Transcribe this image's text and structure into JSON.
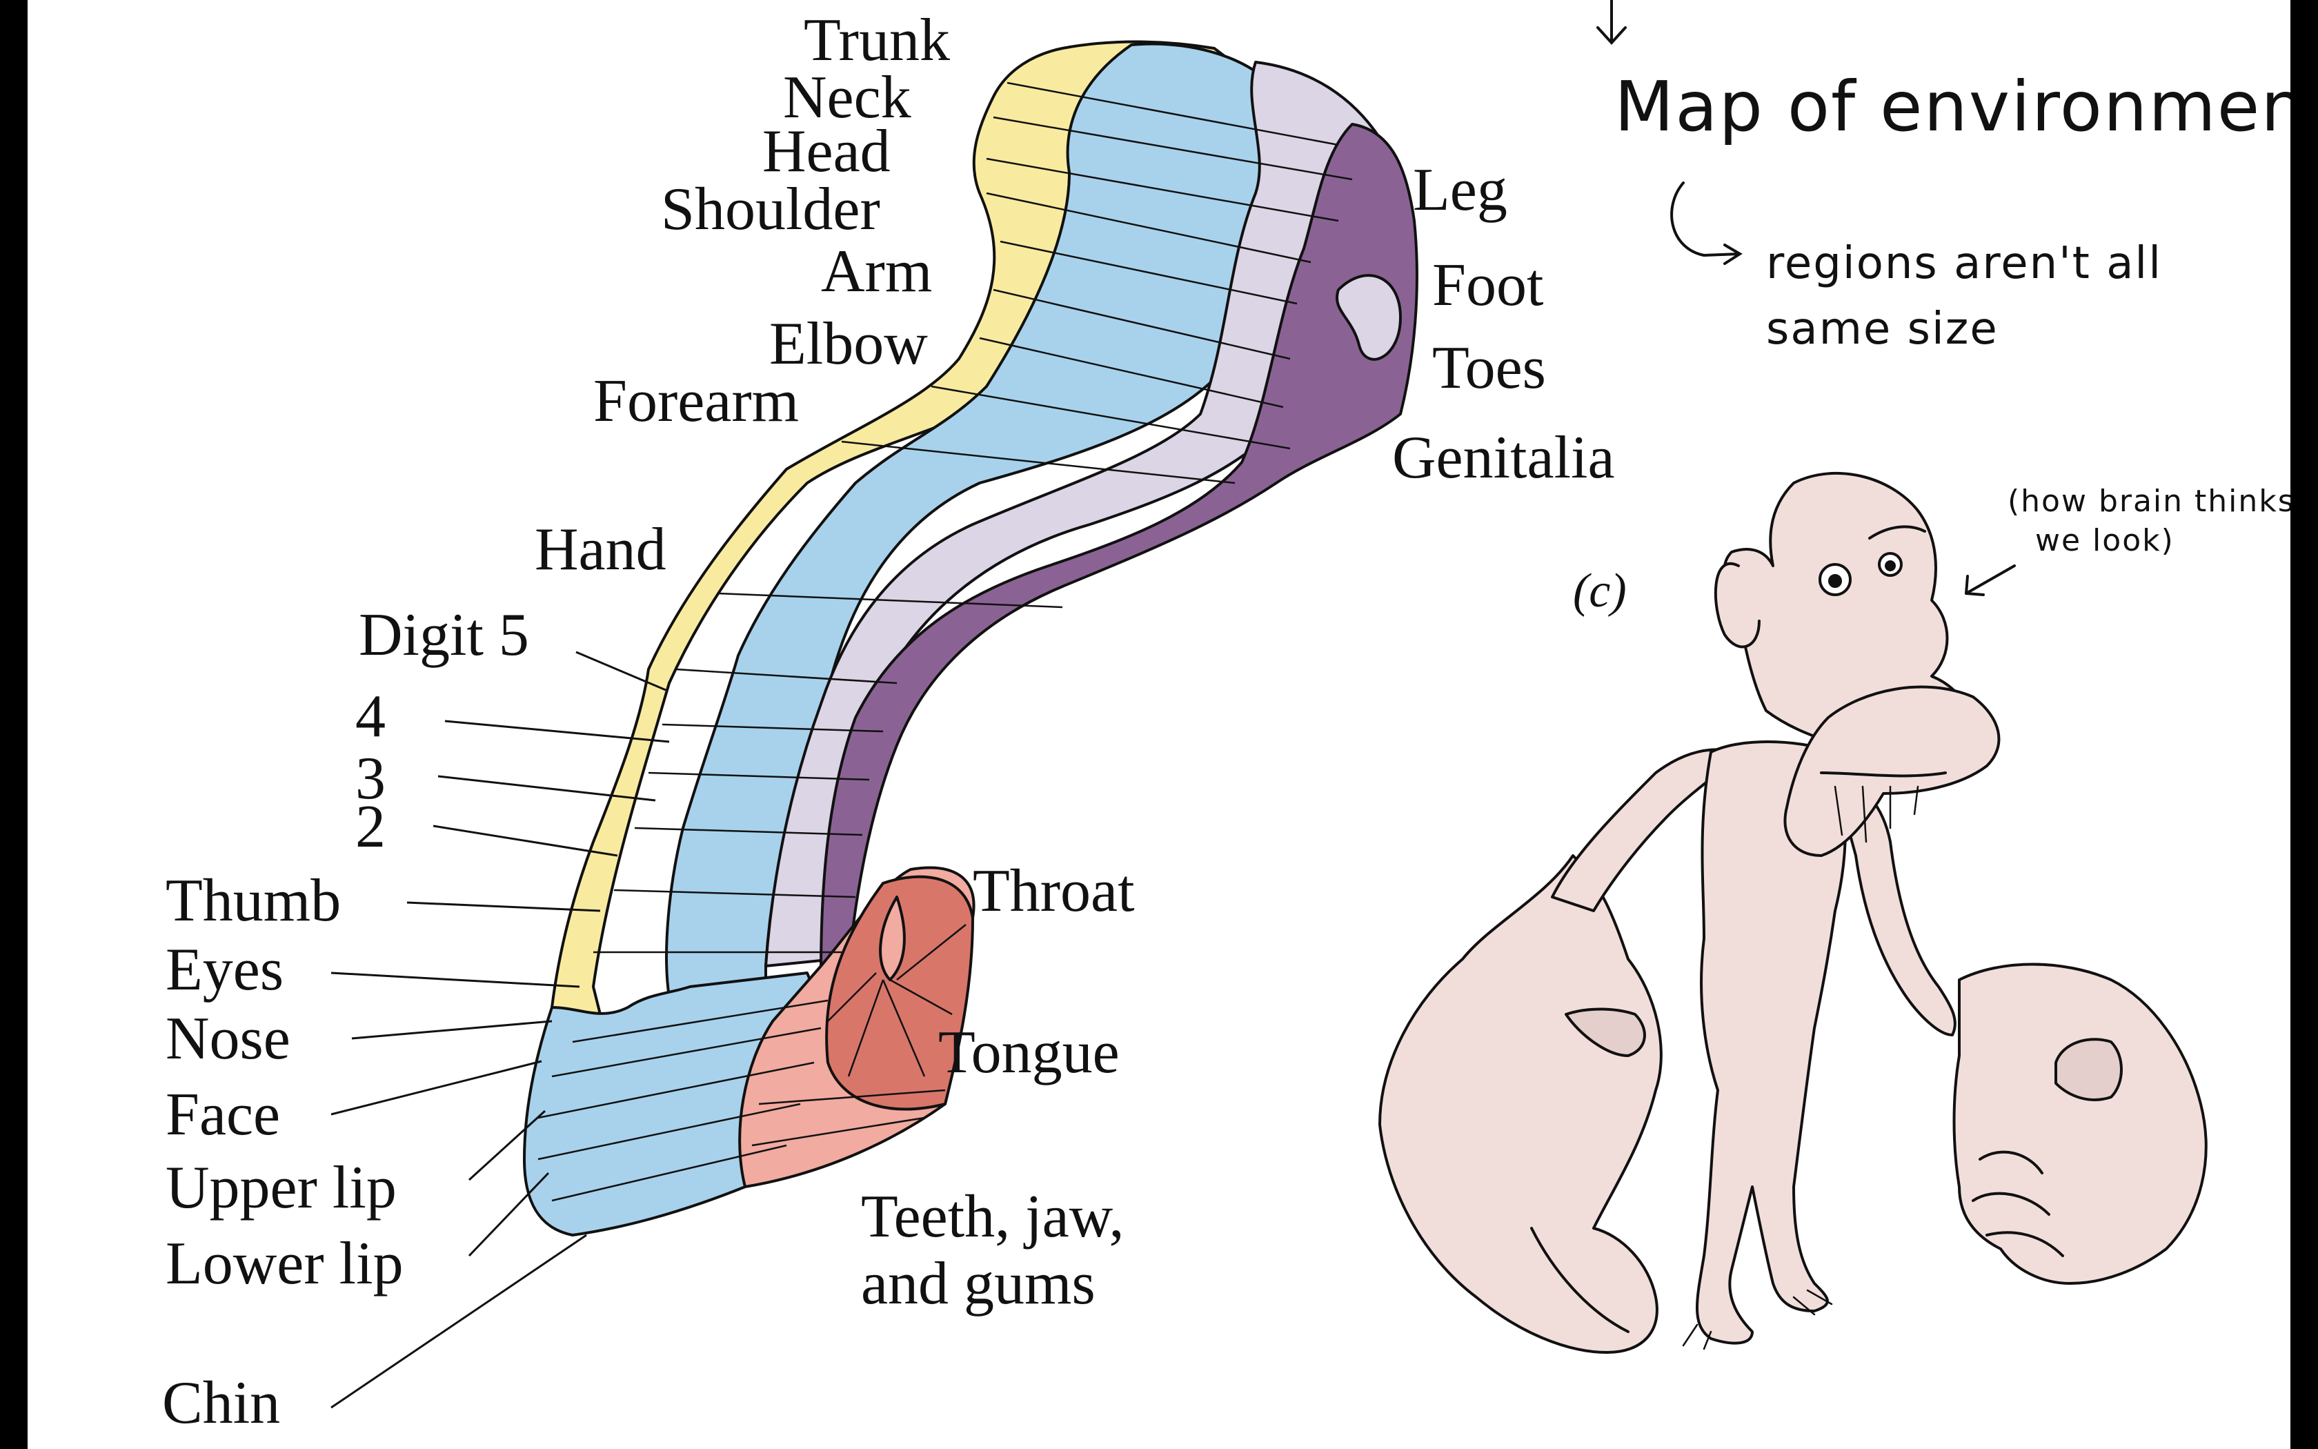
{
  "cortex_map": {
    "labels_left_top": [
      "Trunk",
      "Neck",
      "Head",
      "Shoulder",
      "Arm",
      "Elbow",
      "Forearm",
      "Hand",
      "Digit 5",
      "4",
      "3",
      "2",
      "Thumb"
    ],
    "labels_left_bottom": [
      "Eyes",
      "Nose",
      "Face",
      "Upper lip",
      "Lower lip",
      "Chin"
    ],
    "labels_right": [
      "Leg",
      "Foot",
      "Toes",
      "Genitalia",
      "Throat",
      "Tongue",
      "Teeth, jaw,",
      "and gums"
    ],
    "colors": {
      "yellow": "#f8eba0",
      "blue": "#a8d2ec",
      "lavender": "#dcd5e6",
      "purple": "#8a6394",
      "pink": "#f1aba0",
      "red": "#d9766a"
    }
  },
  "homunculus": {
    "panel_label": "(c)",
    "skin_color": "#f1dedb"
  },
  "notes": {
    "title": "Map of environment",
    "subnote_line1": "regions aren't all",
    "subnote_line2": "same size",
    "aside_line1": "(how brain thinks",
    "aside_line2": "we look)"
  }
}
